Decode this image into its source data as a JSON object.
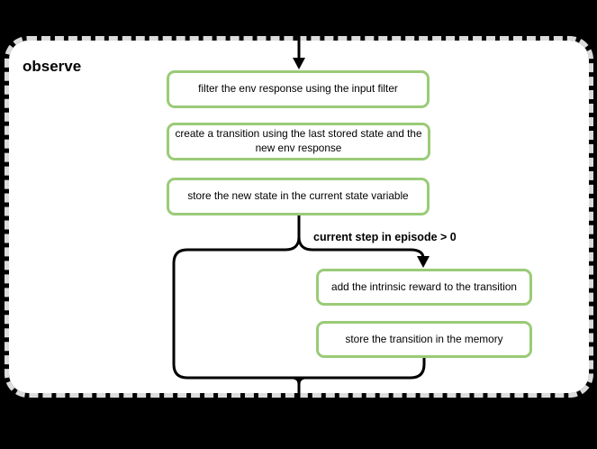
{
  "diagram": {
    "type": "flowchart",
    "group_title": "observe",
    "condition_label": "current step in episode > 0",
    "nodes": [
      {
        "id": "filter-env-response",
        "label": "filter the env response using the input filter"
      },
      {
        "id": "create-transition",
        "label": "create a transition using the last stored state and the\nnew env response"
      },
      {
        "id": "store-new-state",
        "label": "store the new state in the current state variable"
      },
      {
        "id": "add-intrinsic-reward",
        "label": "add the intrinsic reward to the transition"
      },
      {
        "id": "store-transition-memory",
        "label": "store the transition in the memory"
      }
    ],
    "flow": {
      "entry": "arrow from top into first node",
      "branch_condition_true_target": "add-intrinsic-reward",
      "branch_else": "bypass loop on left merging below"
    },
    "colors": {
      "background": "#000000",
      "container_fill": "#ffffff",
      "container_border": "#dcdcdc",
      "node_border": "#9acb77",
      "line": "#000000",
      "text": "#000000"
    }
  }
}
